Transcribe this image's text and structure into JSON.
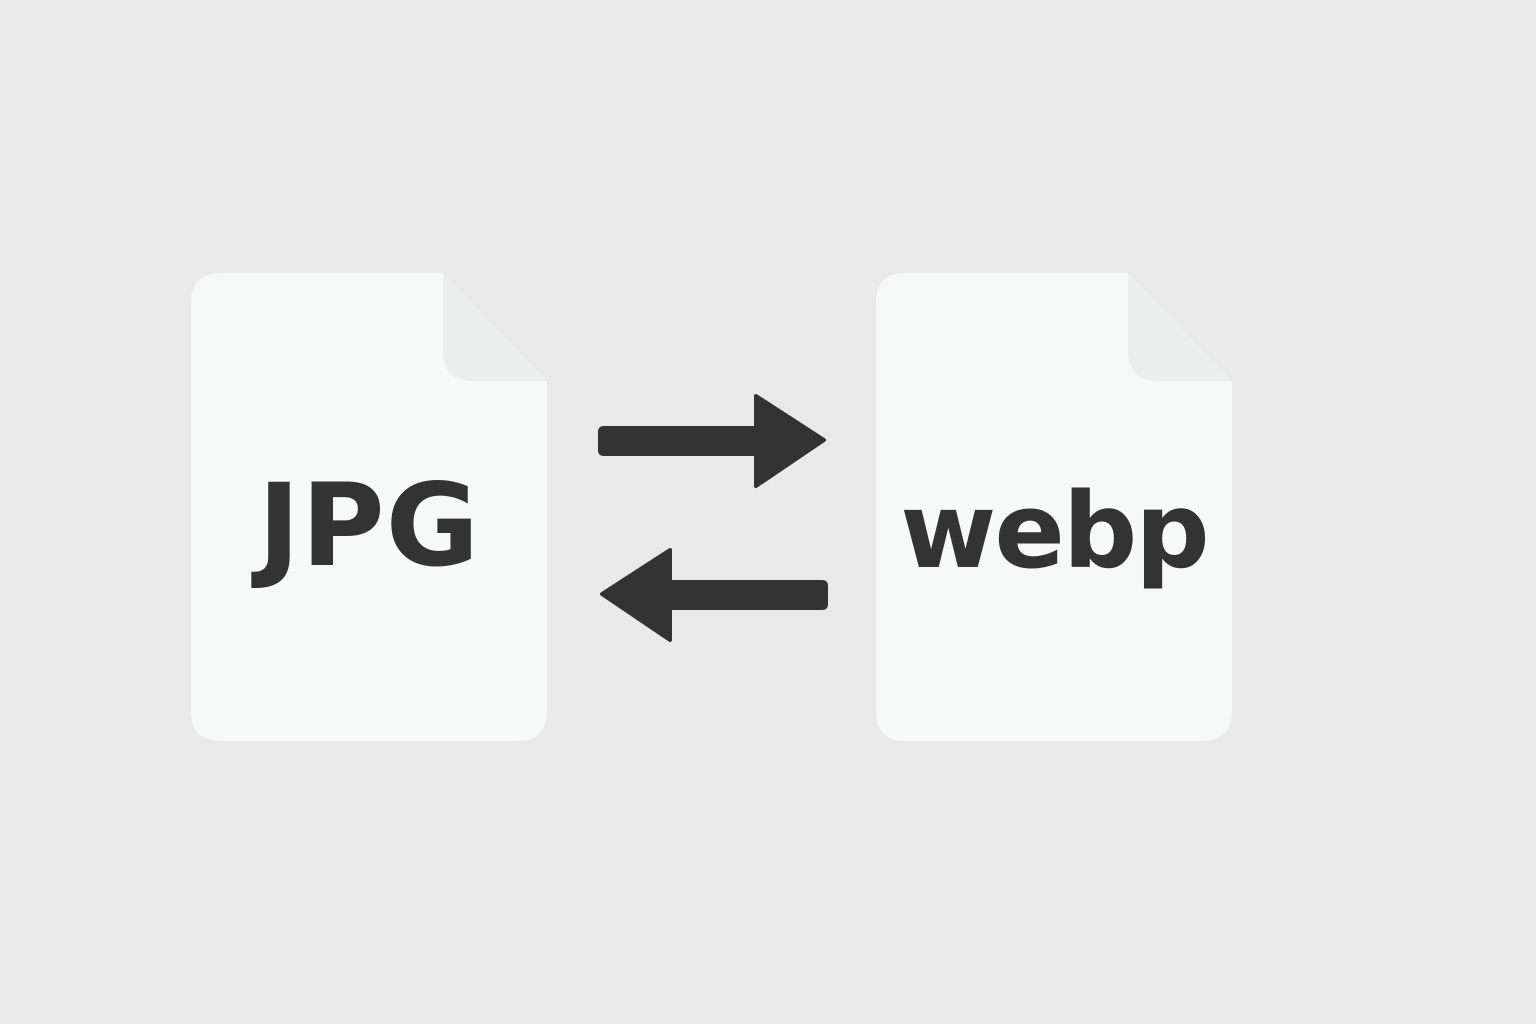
{
  "files": {
    "source": {
      "label": "JPG",
      "icon": "file-icon"
    },
    "target": {
      "label": "webp",
      "icon": "file-icon"
    }
  },
  "arrows": {
    "forward": {
      "icon": "arrow-right-icon",
      "direction": "right"
    },
    "backward": {
      "icon": "arrow-left-icon",
      "direction": "left"
    }
  },
  "colors": {
    "background": "#e9e9e9",
    "card": "#f7f8f8",
    "ink": "#333333"
  }
}
